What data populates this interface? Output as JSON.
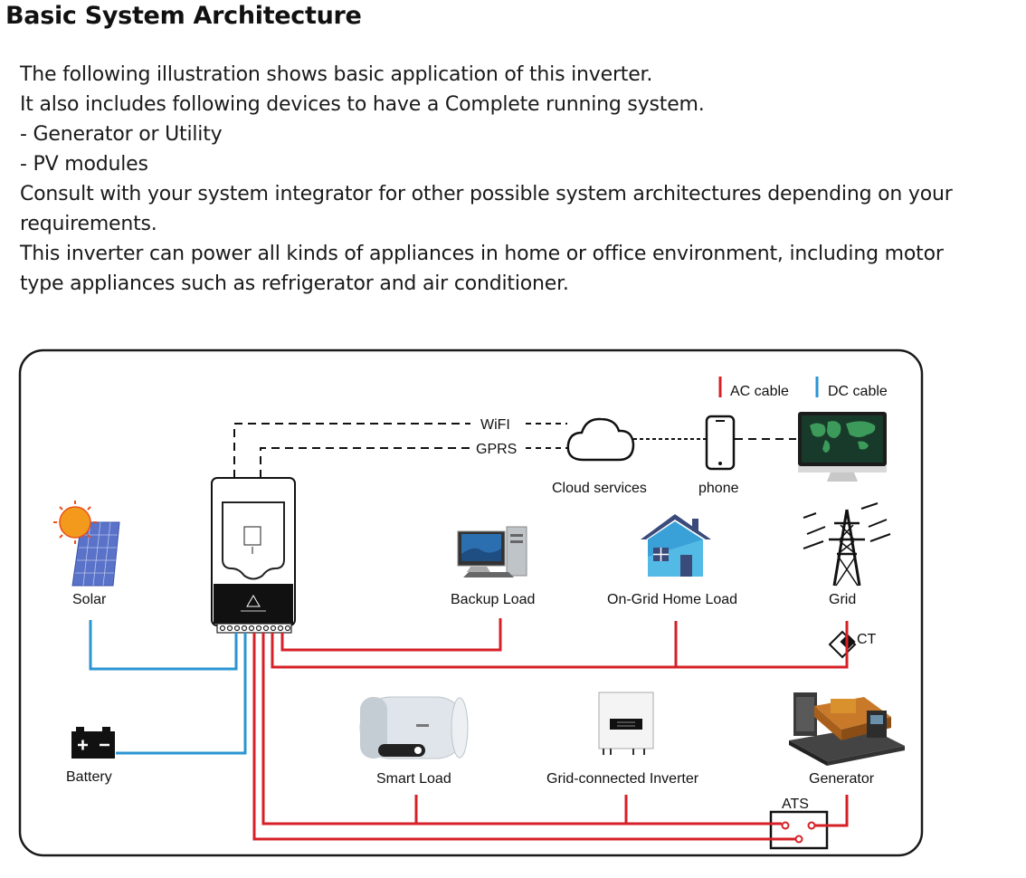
{
  "page": {
    "title": "Basic System Architecture",
    "intro_lines": [
      "The following illustration shows basic application of this inverter.",
      "It also includes following devices to have a Complete running system.",
      "- Generator or Utility",
      "- PV modules",
      "Consult with your system integrator for other possible system architectures depending on your",
      "requirements.",
      "This inverter can power all kinds of appliances in home or office environment, including motor",
      "type appliances such as refrigerator and air conditioner."
    ]
  },
  "diagram": {
    "legend": {
      "ac": "AC cable",
      "dc": "DC cable"
    },
    "links": {
      "wifi": "WiFI",
      "gprs": "GPRS"
    },
    "labels": {
      "cloud": "Cloud services",
      "phone": "phone",
      "solar": "Solar",
      "backup": "Backup Load",
      "ongrid": "On-Grid Home Load",
      "grid": "Grid",
      "ct": "CT",
      "battery": "Battery",
      "smart": "Smart Load",
      "gridinv": "Grid-connected Inverter",
      "generator": "Generator",
      "ats": "ATS"
    },
    "colors": {
      "ac": "#d62027",
      "dc": "#2a95d2",
      "frame": "#1a1a1a"
    }
  }
}
